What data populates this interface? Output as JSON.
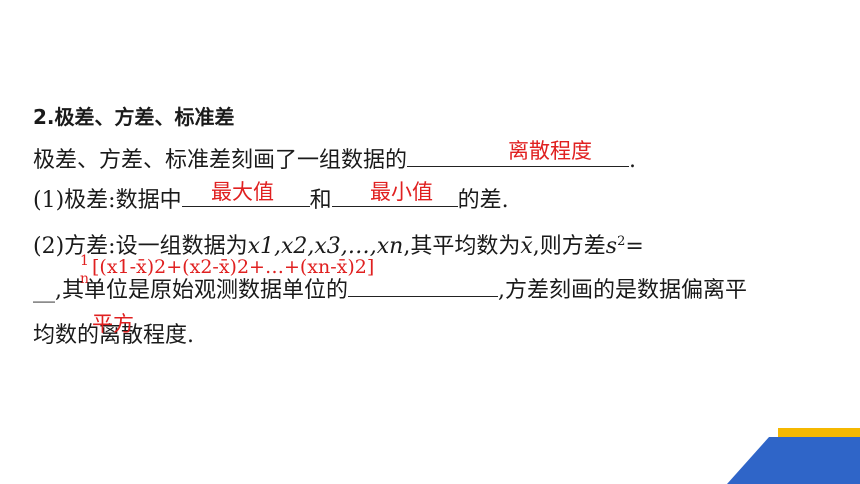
{
  "heading": {
    "number": "2",
    "text": ".极差、方差、标准差"
  },
  "line1": {
    "text": "极差、方差、标准差刻画了一组数据的",
    "end": ".",
    "answer": "离散程度"
  },
  "line2": {
    "prefix": "(1)极差:数据中",
    "mid": "和",
    "suffix": "的差.",
    "answer1": "最大值",
    "answer2": "最小值"
  },
  "line3": {
    "text": "(2)方差:设一组数据为",
    "vars": "x1,x2,x3,…,xn",
    "after": ",其平均数为",
    "mean": "x̄",
    "tail": ",则方差",
    "s": "s",
    "sq": "2",
    "eq": "="
  },
  "formula": {
    "frac_num": "1",
    "frac_den": "n",
    "body": "[(x1-x̄)2+(x2-x̄)2+…+(xn-x̄)2]"
  },
  "line4": {
    "prefix": "__,其单位是原始观测数据单位的",
    "suffix": ",方差刻画的是数据偏离平"
  },
  "line5": {
    "text": "均数的离散程度.",
    "answer": "平方"
  }
}
